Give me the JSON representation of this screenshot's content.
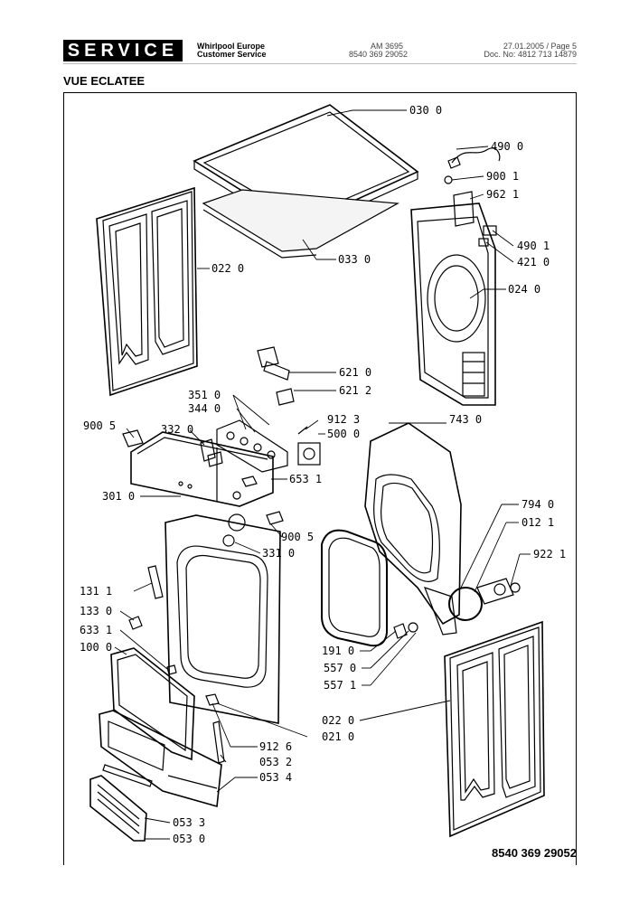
{
  "header": {
    "brand": "SERVICE",
    "company_line1": "Whirlpool Europe",
    "company_line2": "Customer Service",
    "model_line1": "AM 3695",
    "model_line2": "8540 369 29052",
    "date_page": "27.01.2005 / Page 5",
    "doc_no": "Doc. No: 4812 713 14879"
  },
  "section_title": "VUE ECLATEE",
  "footer_code": "8540 369 29052",
  "callouts": [
    {
      "id": "030",
      "text": "030 0"
    },
    {
      "id": "490a",
      "text": "490 0"
    },
    {
      "id": "900a",
      "text": "900 1"
    },
    {
      "id": "962",
      "text": "962 1"
    },
    {
      "id": "490b",
      "text": "490 1"
    },
    {
      "id": "421",
      "text": "421 0"
    },
    {
      "id": "033",
      "text": "033 0"
    },
    {
      "id": "022a",
      "text": "022 0"
    },
    {
      "id": "024",
      "text": "024 0"
    },
    {
      "id": "621a",
      "text": "621 0"
    },
    {
      "id": "621b",
      "text": "621 2"
    },
    {
      "id": "351",
      "text": "351 0"
    },
    {
      "id": "344",
      "text": "344 0"
    },
    {
      "id": "912a",
      "text": "912 3"
    },
    {
      "id": "500",
      "text": "500 0"
    },
    {
      "id": "743",
      "text": "743 0"
    },
    {
      "id": "900b",
      "text": "900 5"
    },
    {
      "id": "332",
      "text": "332 0"
    },
    {
      "id": "653",
      "text": "653 1"
    },
    {
      "id": "301",
      "text": "301 0"
    },
    {
      "id": "794",
      "text": "794 0"
    },
    {
      "id": "012",
      "text": "012 1"
    },
    {
      "id": "900c",
      "text": "900 5"
    },
    {
      "id": "331",
      "text": "331 0"
    },
    {
      "id": "922",
      "text": "922 1"
    },
    {
      "id": "131",
      "text": "131 1"
    },
    {
      "id": "133",
      "text": "133 0"
    },
    {
      "id": "633",
      "text": "633 1"
    },
    {
      "id": "100",
      "text": "100 0"
    },
    {
      "id": "191",
      "text": "191 0"
    },
    {
      "id": "557a",
      "text": "557 0"
    },
    {
      "id": "557b",
      "text": "557 1"
    },
    {
      "id": "022b",
      "text": "022 0"
    },
    {
      "id": "021",
      "text": "021 0"
    },
    {
      "id": "912b",
      "text": "912 6"
    },
    {
      "id": "053a",
      "text": "053 2"
    },
    {
      "id": "053b",
      "text": "053 4"
    },
    {
      "id": "053c",
      "text": "053 3"
    },
    {
      "id": "053d",
      "text": "053 0"
    }
  ]
}
